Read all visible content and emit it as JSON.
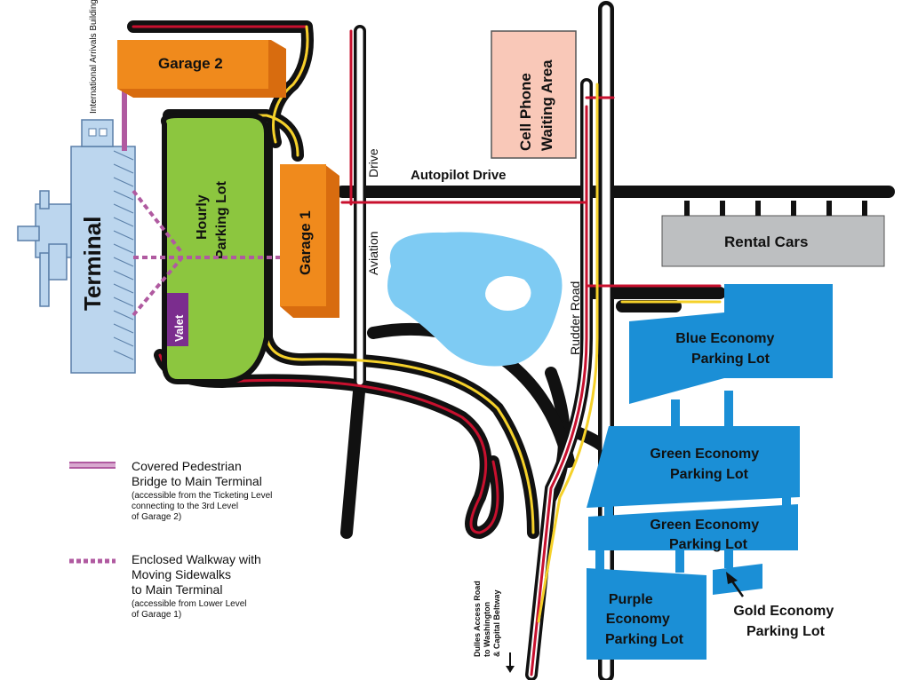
{
  "facilities": {
    "garage2": "Garage 2",
    "garage1": "Garage 1",
    "international_arrivals": "International Arrivals Building",
    "terminal": "Terminal",
    "hourly_lot": [
      "Hourly",
      "Parking Lot"
    ],
    "valet": "Valet",
    "cell_phone": [
      "Cell Phone",
      "Waiting Area"
    ],
    "rental_cars": "Rental Cars",
    "blue_lot": [
      "Blue Economy",
      "Parking Lot"
    ],
    "green_lot_1": [
      "Green Economy",
      "Parking Lot"
    ],
    "green_lot_2": [
      "Green Economy",
      "Parking Lot"
    ],
    "purple_lot": [
      "Purple",
      "Economy",
      "Parking Lot"
    ],
    "gold_lot": [
      "Gold Economy",
      "Parking Lot"
    ]
  },
  "roads": {
    "autopilot": "Autopilot Drive",
    "aviation": "Aviation",
    "drive": "Drive",
    "rudder": "Rudder Road",
    "dulles": [
      "Dulles Access Road",
      "to Washington",
      "& Capital Beltway"
    ]
  },
  "legend": {
    "bridge": {
      "title": [
        "Covered Pedestrian",
        "Bridge to Main Terminal"
      ],
      "note": [
        "(accessible from the Ticketing Level",
        "connecting to the 3rd Level",
        "of Garage 2)"
      ]
    },
    "walkway": {
      "title": [
        "Enclosed Walkway with",
        "Moving Sidewalks",
        "to Main Terminal"
      ],
      "note": [
        "(accessible from Lower Level",
        "of Garage 1)"
      ]
    }
  },
  "colors": {
    "garage": "#f08a1c",
    "hourly": "#8cc63f",
    "valet": "#7b2d8e",
    "terminal": "#bcd6ee",
    "cell_phone": "#f9c8b8",
    "rental": "#bdbfc1",
    "economy": "#1b8fd6",
    "pond": "#7ecbf3",
    "walkway": "#b05aa0",
    "road_yellow": "#f5d12a",
    "road_red": "#c8102e"
  }
}
